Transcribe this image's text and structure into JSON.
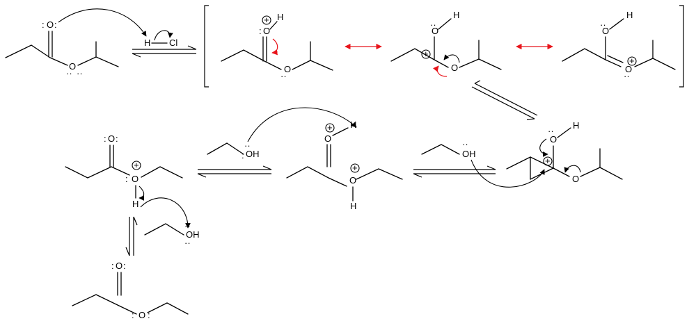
{
  "atoms": {
    "O": "O",
    "H": "H",
    "Cl": "Cl",
    "OH": "OH",
    "lone_pair": ":",
    "lone_pair_below": "··",
    "lone_pair_above": "··",
    "plus": "+"
  }
}
